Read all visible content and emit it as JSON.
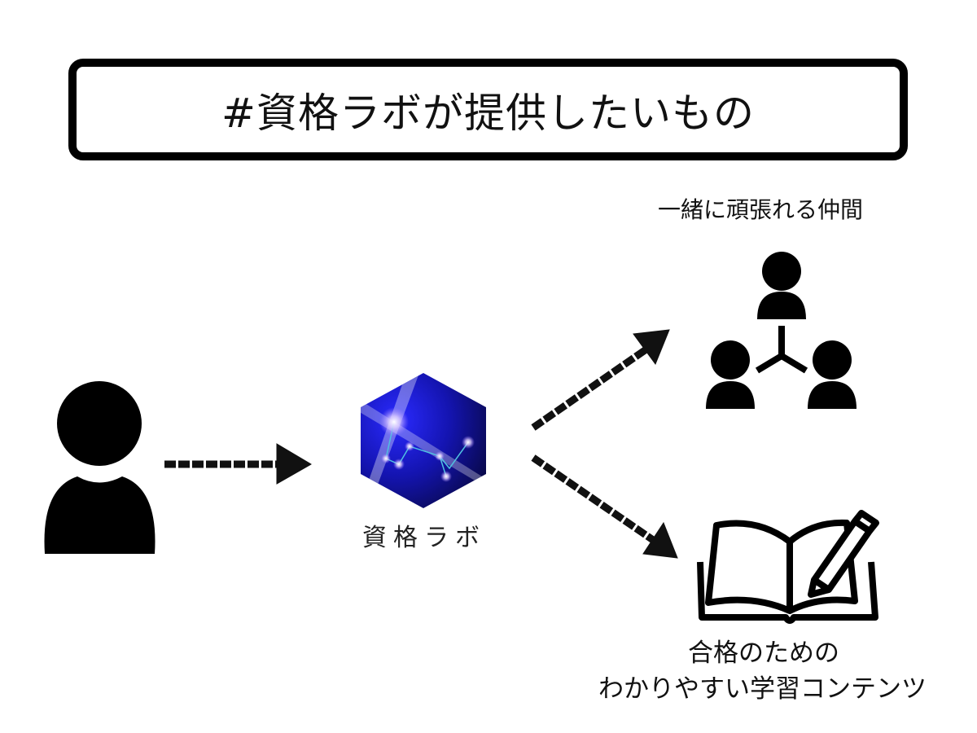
{
  "title": "#資格ラボが提供したいもの",
  "logo": {
    "text": "資格ラボ",
    "colors": {
      "dark": "#05052a",
      "bright": "#1a1adc"
    }
  },
  "nodes": {
    "user": {
      "icon": "person-icon"
    },
    "peers": {
      "label": "一緒に頑張れる仲間",
      "icon": "group-icon"
    },
    "contents": {
      "label_line1": "合格のための",
      "label_line2": "わかりやすい学習コンテンツ",
      "icon": "book-pencil-icon"
    }
  }
}
